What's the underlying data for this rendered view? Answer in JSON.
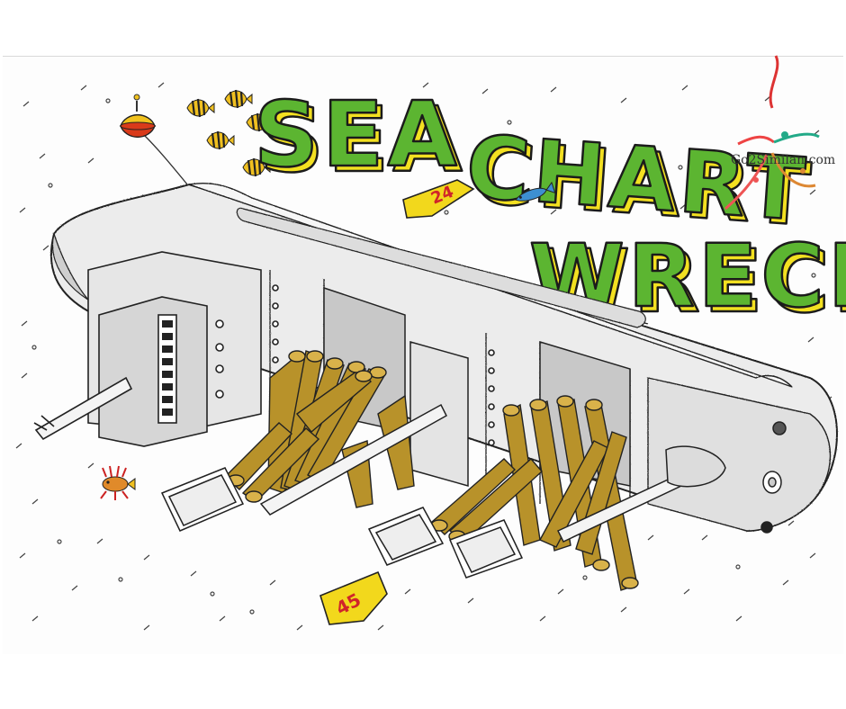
{
  "title": {
    "line1": "SEA",
    "line2": "CHART",
    "line3": "WRECK"
  },
  "markers": {
    "upper": "24",
    "lower": "45"
  },
  "logo": {
    "text": "Go2Similan.com"
  },
  "colors": {
    "title_fill": "#5cb531",
    "title_shadow": "#f3e021",
    "wreck_hull": "#ececec",
    "outline": "#222222",
    "timber": "#b8922a",
    "marker_fill": "#f2d81c",
    "marker_text": "#d0242a",
    "buoy_red": "#d93a1a",
    "buoy_yellow": "#f1c21d"
  },
  "icons": [
    "buoy-icon",
    "butterflyfish-icon",
    "lionfish-icon",
    "small-fish-icon",
    "starfish-logo-icon",
    "anchor-icon"
  ]
}
